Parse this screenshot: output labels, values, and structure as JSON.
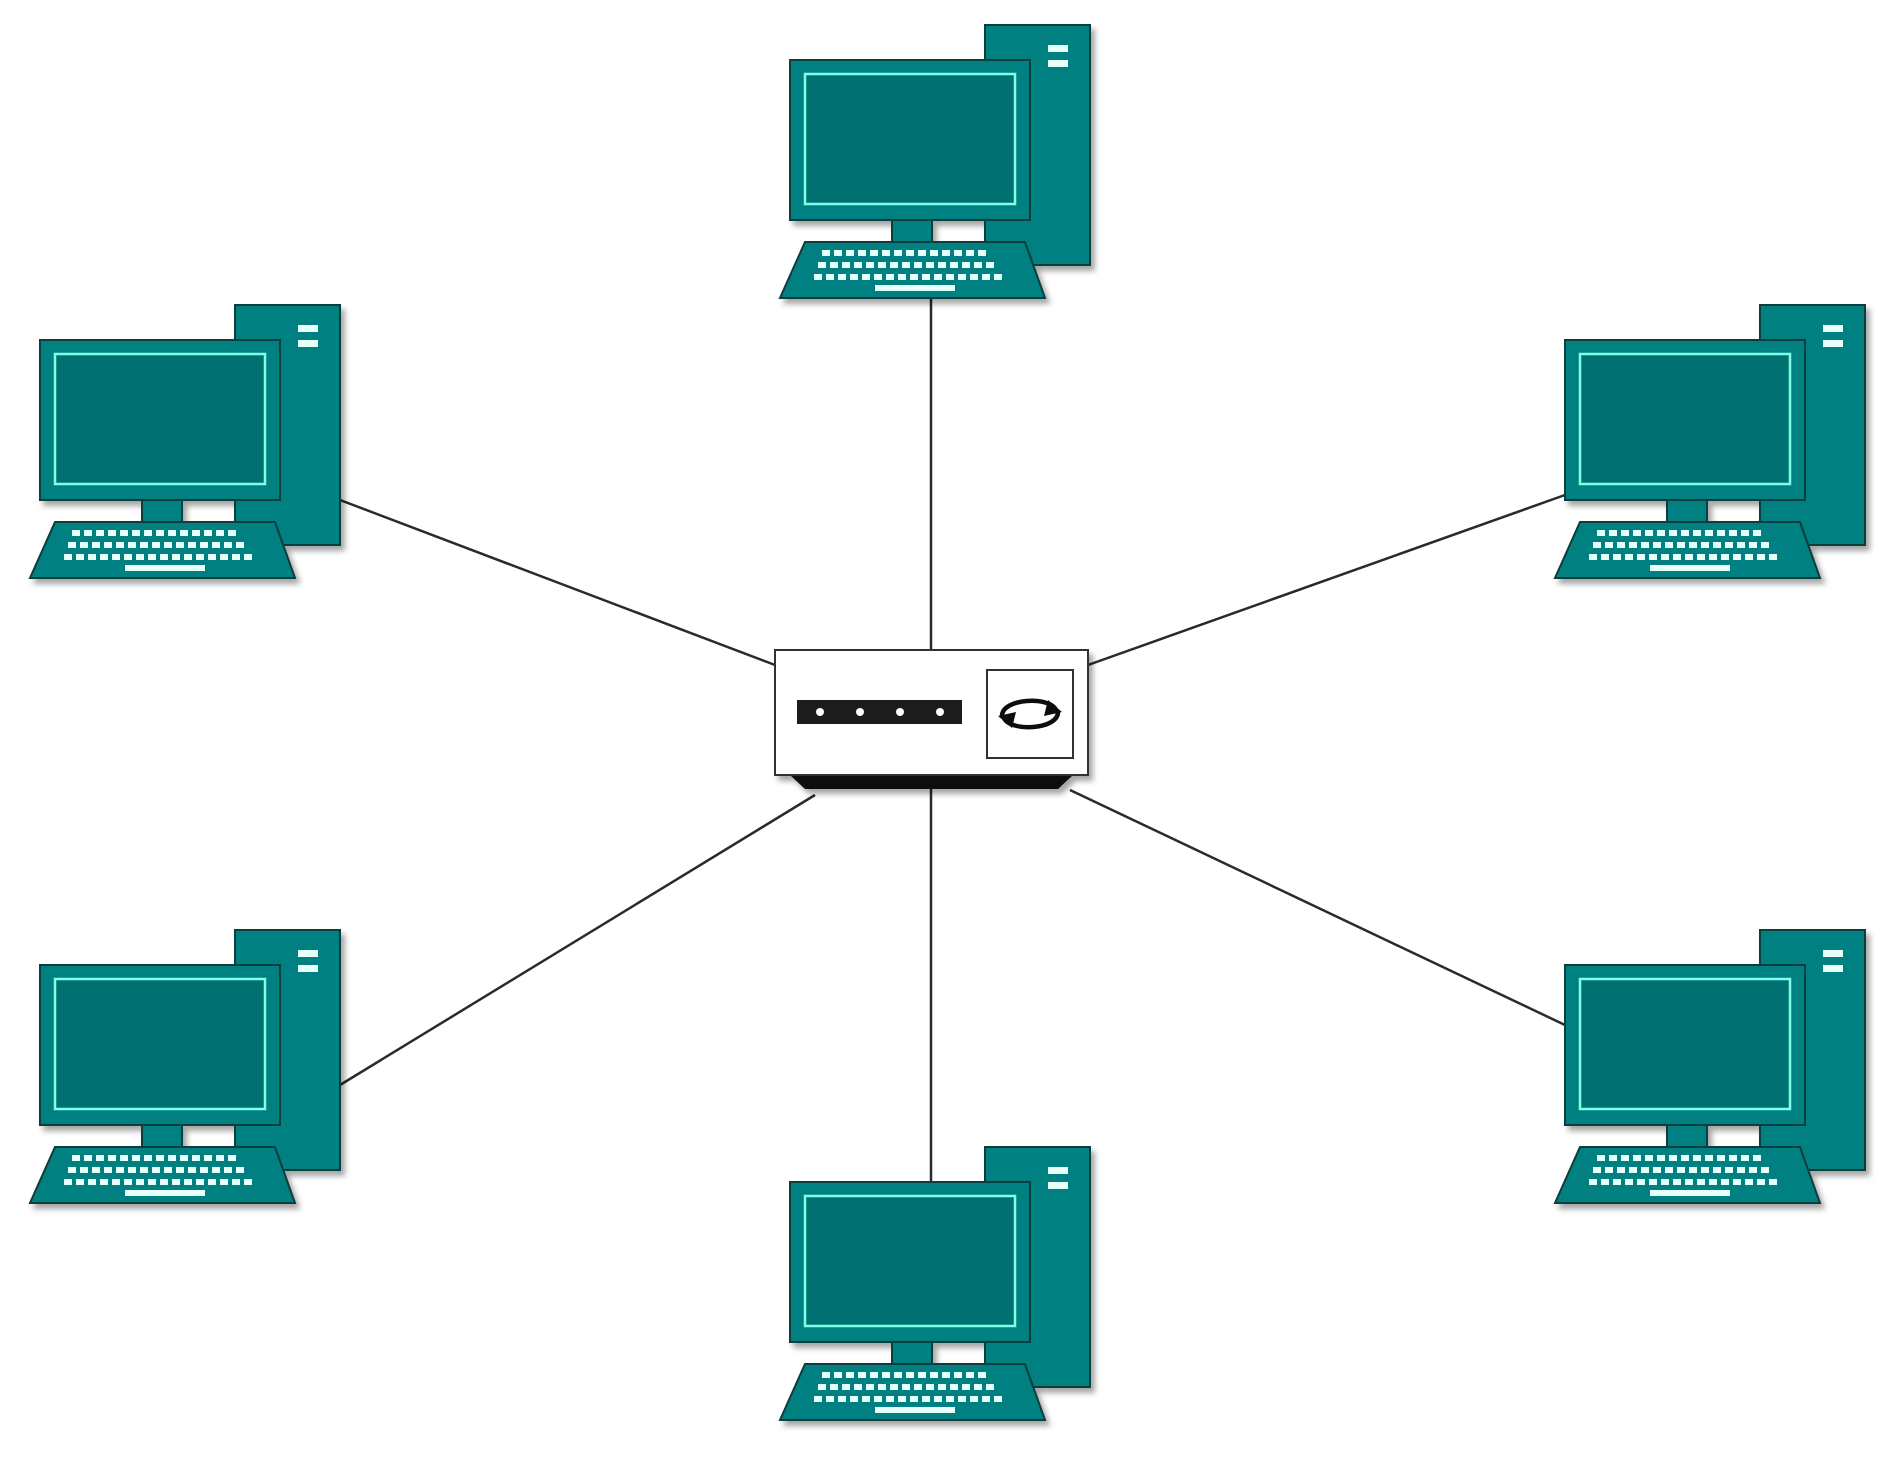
{
  "diagram": {
    "topology": "star",
    "colors": {
      "background": "#ffffff",
      "computer_fill": "#008080",
      "computer_dark": "#007070",
      "computer_outline": "#0a3d3d",
      "screen_highlight": "#7fffe8",
      "key_color": "#e6fff9",
      "cable": "#2a2a2a",
      "hub_body": "#ffffff",
      "hub_outline": "#333333",
      "hub_port_strip": "#1a1a1a",
      "hub_base": "#111111"
    },
    "hub": {
      "name": "central-hub",
      "icon": "hub-switch-icon",
      "status_icon": "cycle-arrows-icon",
      "port_count": 4
    },
    "computers": [
      {
        "id": "pc-top",
        "icon": "desktop-computer-icon"
      },
      {
        "id": "pc-upper-left",
        "icon": "desktop-computer-icon"
      },
      {
        "id": "pc-upper-right",
        "icon": "desktop-computer-icon"
      },
      {
        "id": "pc-lower-left",
        "icon": "desktop-computer-icon"
      },
      {
        "id": "pc-lower-right",
        "icon": "desktop-computer-icon"
      },
      {
        "id": "pc-bottom",
        "icon": "desktop-computer-icon"
      }
    ],
    "connections": [
      {
        "from": "central-hub",
        "to": "pc-top"
      },
      {
        "from": "central-hub",
        "to": "pc-upper-left"
      },
      {
        "from": "central-hub",
        "to": "pc-upper-right"
      },
      {
        "from": "central-hub",
        "to": "pc-lower-left"
      },
      {
        "from": "central-hub",
        "to": "pc-lower-right"
      },
      {
        "from": "central-hub",
        "to": "pc-bottom"
      }
    ]
  }
}
